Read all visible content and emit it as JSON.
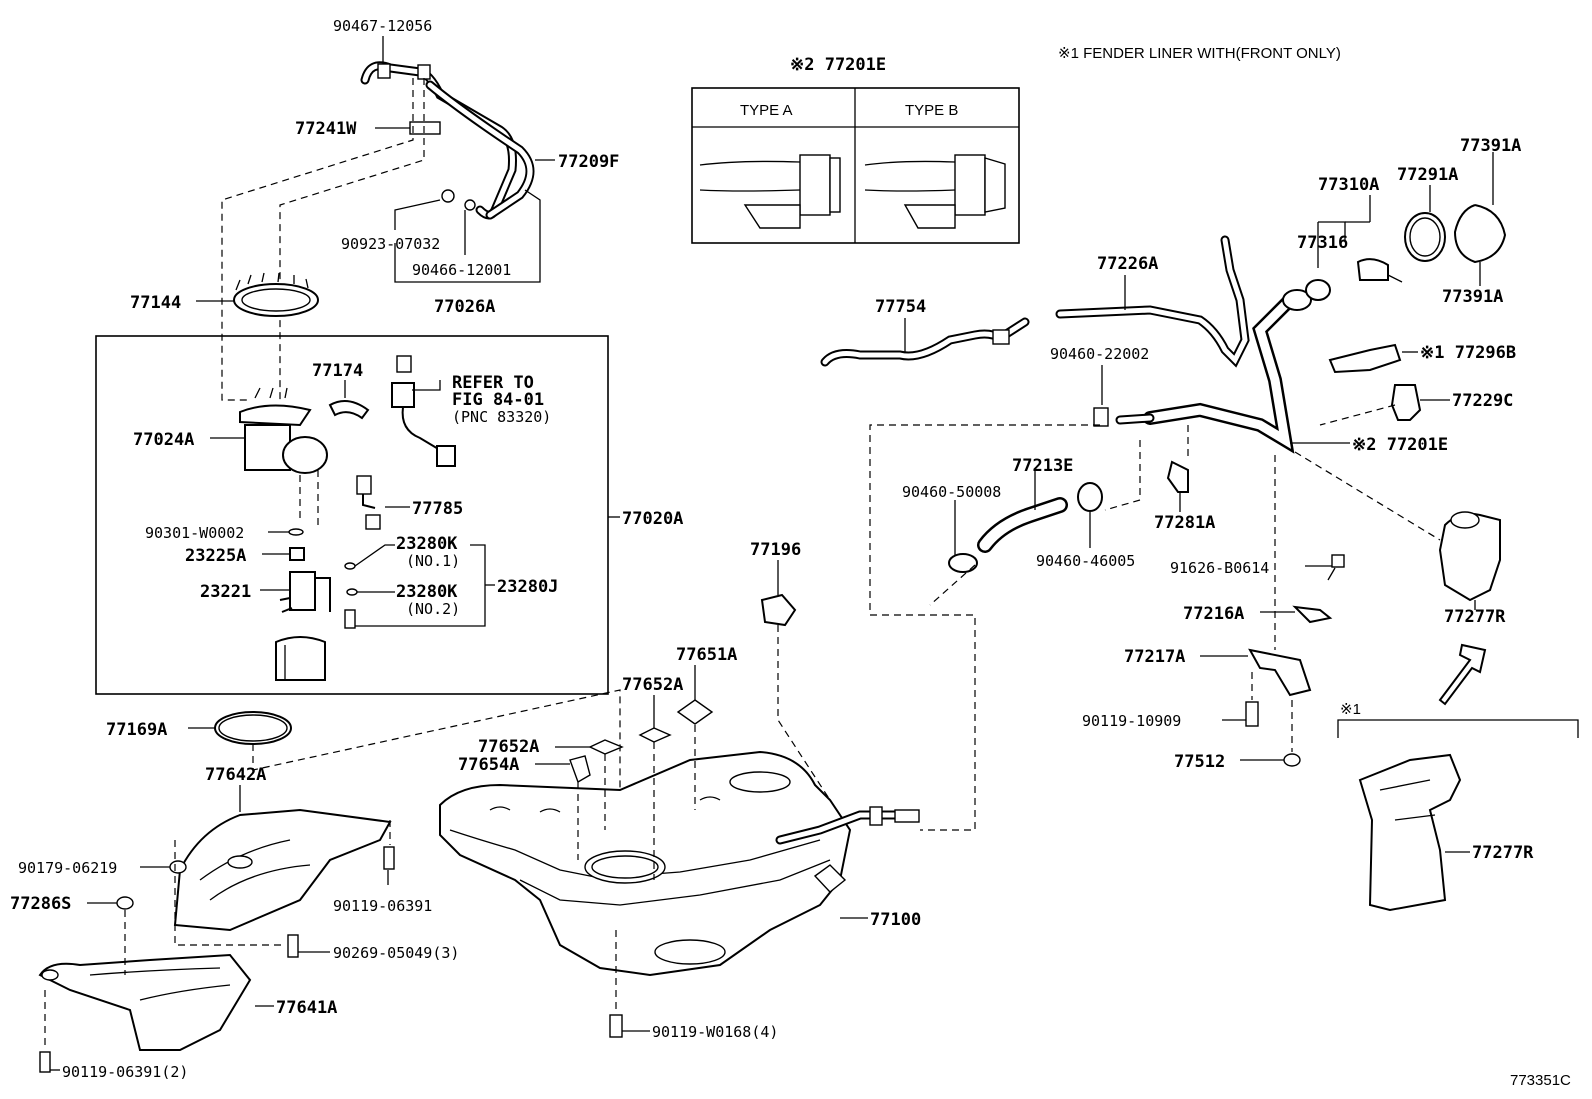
{
  "notes": {
    "fender_liner": "※1 FENDER LINER WITH(FRONT ONLY)",
    "type_box_title": "※2 77201E",
    "type_a": "TYPE A",
    "type_b": "TYPE B",
    "group_note1": "※1",
    "refer_line1": "REFER TO",
    "refer_line2": "FIG 84-01",
    "refer_line3": "(PNC 83320)",
    "figure_code": "773351C"
  },
  "labels": [
    {
      "id": "90467-12056",
      "text": "90467-12056"
    },
    {
      "id": "77241W",
      "text": "77241W"
    },
    {
      "id": "77209F",
      "text": "77209F"
    },
    {
      "id": "90923-07032",
      "text": "90923-07032"
    },
    {
      "id": "90466-12001",
      "text": "90466-12001"
    },
    {
      "id": "77026A",
      "text": "77026A"
    },
    {
      "id": "77144",
      "text": "77144"
    },
    {
      "id": "77174",
      "text": "77174"
    },
    {
      "id": "77024A",
      "text": "77024A"
    },
    {
      "id": "77785",
      "text": "77785"
    },
    {
      "id": "90301-W0002",
      "text": "90301-W0002"
    },
    {
      "id": "77020A",
      "text": "77020A"
    },
    {
      "id": "23225A",
      "text": "23225A"
    },
    {
      "id": "23280K-1",
      "text": "23280K"
    },
    {
      "id": "no1",
      "text": "(NO.1)"
    },
    {
      "id": "23221",
      "text": "23221"
    },
    {
      "id": "23280K-2",
      "text": "23280K"
    },
    {
      "id": "no2",
      "text": "(NO.2)"
    },
    {
      "id": "23280J",
      "text": "23280J"
    },
    {
      "id": "77169A",
      "text": "77169A"
    },
    {
      "id": "77642A",
      "text": "77642A"
    },
    {
      "id": "90179-06219",
      "text": "90179-06219"
    },
    {
      "id": "77286S",
      "text": "77286S"
    },
    {
      "id": "90119-06391",
      "text": "90119-06391"
    },
    {
      "id": "90269-05049",
      "text": "90269-05049(3)"
    },
    {
      "id": "77641A",
      "text": "77641A"
    },
    {
      "id": "90119-06391-2",
      "text": "90119-06391(2)"
    },
    {
      "id": "77196",
      "text": "77196"
    },
    {
      "id": "77651A",
      "text": "77651A"
    },
    {
      "id": "77652A-1",
      "text": "77652A"
    },
    {
      "id": "77652A-2",
      "text": "77652A"
    },
    {
      "id": "77654A",
      "text": "77654A"
    },
    {
      "id": "77100",
      "text": "77100"
    },
    {
      "id": "90119-W0168",
      "text": "90119-W0168(4)"
    },
    {
      "id": "77754",
      "text": "77754"
    },
    {
      "id": "77226A",
      "text": "77226A"
    },
    {
      "id": "90460-22002",
      "text": "90460-22002"
    },
    {
      "id": "77213E",
      "text": "77213E"
    },
    {
      "id": "90460-50008",
      "text": "90460-50008"
    },
    {
      "id": "90460-46005",
      "text": "90460-46005"
    },
    {
      "id": "77281A",
      "text": "77281A"
    },
    {
      "id": "77310A",
      "text": "77310A"
    },
    {
      "id": "77316",
      "text": "77316"
    },
    {
      "id": "77291A",
      "text": "77291A"
    },
    {
      "id": "77391A-1",
      "text": "77391A"
    },
    {
      "id": "77391A-2",
      "text": "77391A"
    },
    {
      "id": "77296B",
      "text": "※1 77296B"
    },
    {
      "id": "77229C",
      "text": "77229C"
    },
    {
      "id": "77201E",
      "text": "※2 77201E"
    },
    {
      "id": "91626-B0614",
      "text": "91626-B0614"
    },
    {
      "id": "77216A",
      "text": "77216A"
    },
    {
      "id": "77217A",
      "text": "77217A"
    },
    {
      "id": "90119-10909",
      "text": "90119-10909"
    },
    {
      "id": "77512",
      "text": "77512"
    },
    {
      "id": "77277R-1",
      "text": "77277R"
    },
    {
      "id": "77277R-2",
      "text": "77277R"
    }
  ]
}
